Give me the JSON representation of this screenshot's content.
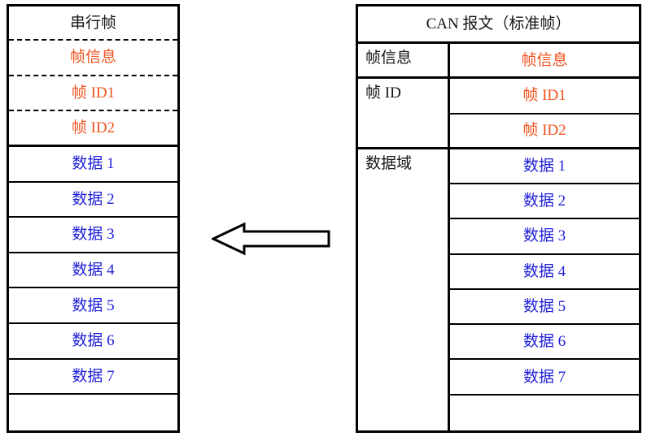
{
  "diagram": {
    "title_hidden": "",
    "colors": {
      "frame_info_text": "#F0521E",
      "data_text": "#2020D8",
      "label_text": "#161616",
      "border": "#000000",
      "background": "#FFFFFF"
    }
  },
  "serial_frame_table": {
    "header": "串行帧",
    "rows": [
      {
        "label": "帧信息",
        "color": "orange",
        "separator": "dashed"
      },
      {
        "label": "帧 ID1",
        "color": "orange",
        "separator": "dashed"
      },
      {
        "label": "帧 ID2",
        "color": "orange",
        "separator": "thick"
      },
      {
        "label": "数据 1",
        "color": "blue",
        "separator": "solid"
      },
      {
        "label": "数据 2",
        "color": "blue",
        "separator": "solid"
      },
      {
        "label": "数据 3",
        "color": "blue",
        "separator": "solid"
      },
      {
        "label": "数据 4",
        "color": "blue",
        "separator": "solid"
      },
      {
        "label": "数据 5",
        "color": "blue",
        "separator": "solid"
      },
      {
        "label": "数据 6",
        "color": "blue",
        "separator": "solid"
      },
      {
        "label": "数据 7",
        "color": "blue",
        "separator": "solid"
      },
      {
        "label": "",
        "color": "blue",
        "separator": "none"
      }
    ]
  },
  "can_message_table": {
    "header": "CAN 报文（标准帧）",
    "label_column": [
      {
        "text": "帧信息",
        "span": 1
      },
      {
        "text": "帧 ID",
        "span": 2
      },
      {
        "text": "数据域",
        "span": 8
      }
    ],
    "value_column": [
      {
        "label": "帧信息",
        "color": "orange"
      },
      {
        "label": "帧 ID1",
        "color": "orange"
      },
      {
        "label": "帧 ID2",
        "color": "orange"
      },
      {
        "label": "数据 1",
        "color": "blue"
      },
      {
        "label": "数据 2",
        "color": "blue"
      },
      {
        "label": "数据 3",
        "color": "blue"
      },
      {
        "label": "数据 4",
        "color": "blue"
      },
      {
        "label": "数据 5",
        "color": "blue"
      },
      {
        "label": "数据 6",
        "color": "blue"
      },
      {
        "label": "数据 7",
        "color": "blue"
      },
      {
        "label": "",
        "color": "blue"
      }
    ]
  },
  "arrow": {
    "direction": "left",
    "name": "conversion-arrow"
  }
}
